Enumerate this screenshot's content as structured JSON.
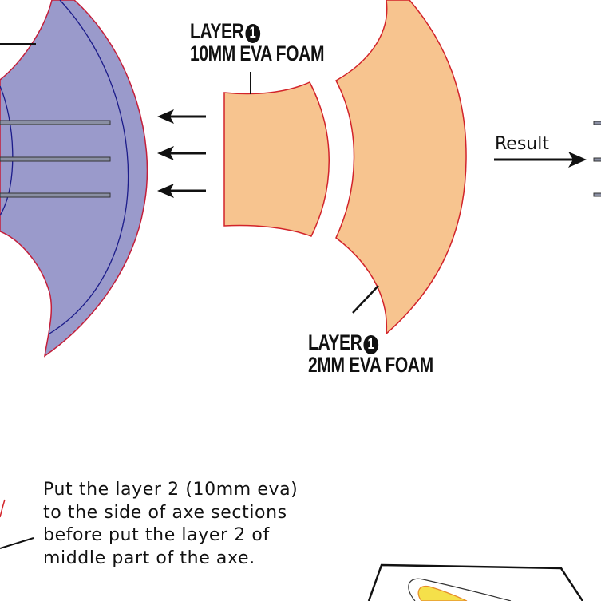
{
  "labels": {
    "top_layer": {
      "line1": "LAYER",
      "number": "1",
      "line2": "10MM EVA FOAM"
    },
    "bottom_layer": {
      "line1": "LAYER",
      "number": "1",
      "line2": "2MM EVA FOAM"
    },
    "result": "Result"
  },
  "instruction": {
    "lines": [
      "Put the layer 2 (10mm eva)",
      "to the side of axe sections",
      "before put the layer 2 of",
      "middle part of the axe."
    ]
  },
  "colors": {
    "axe_blade": "#9a9acb",
    "axe_outline": "#c41e3a",
    "axe_inner_line": "#1c1c8a",
    "foam": "#f7c48f",
    "foam_outline": "#d2232a",
    "arrow": "#111111",
    "bar_fill": "#8a8fa3",
    "flame": "#f5e04a"
  }
}
